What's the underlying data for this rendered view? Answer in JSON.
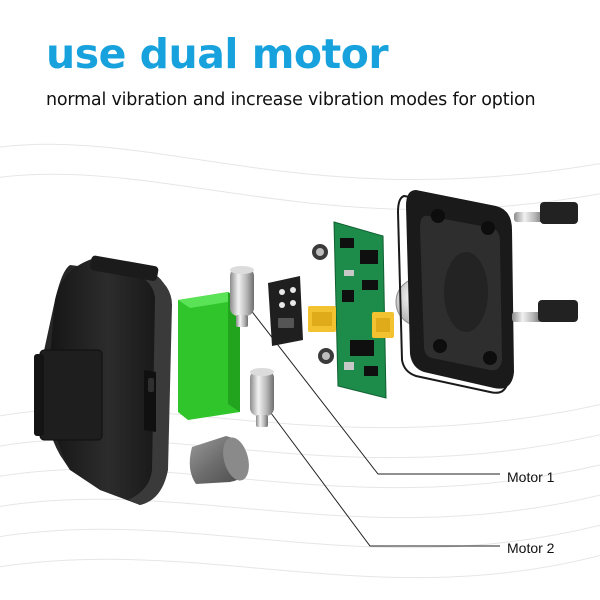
{
  "headline": "use dual motor",
  "subheadline": "normal vibration and increase vibration modes for option",
  "callouts": {
    "motor1": "Motor 1",
    "motor2": "Motor 2"
  },
  "colors": {
    "headline": "#17a2dd",
    "battery": "#3ed43b",
    "pcb": "#1f8a4c",
    "connector": "#f2c230",
    "housing": "#1c1c1c"
  },
  "components": [
    "housing-front",
    "battery",
    "motor-1",
    "motor-2",
    "metal-cylinder",
    "button-panel",
    "circuit-board",
    "back-cover",
    "contact-screws"
  ]
}
